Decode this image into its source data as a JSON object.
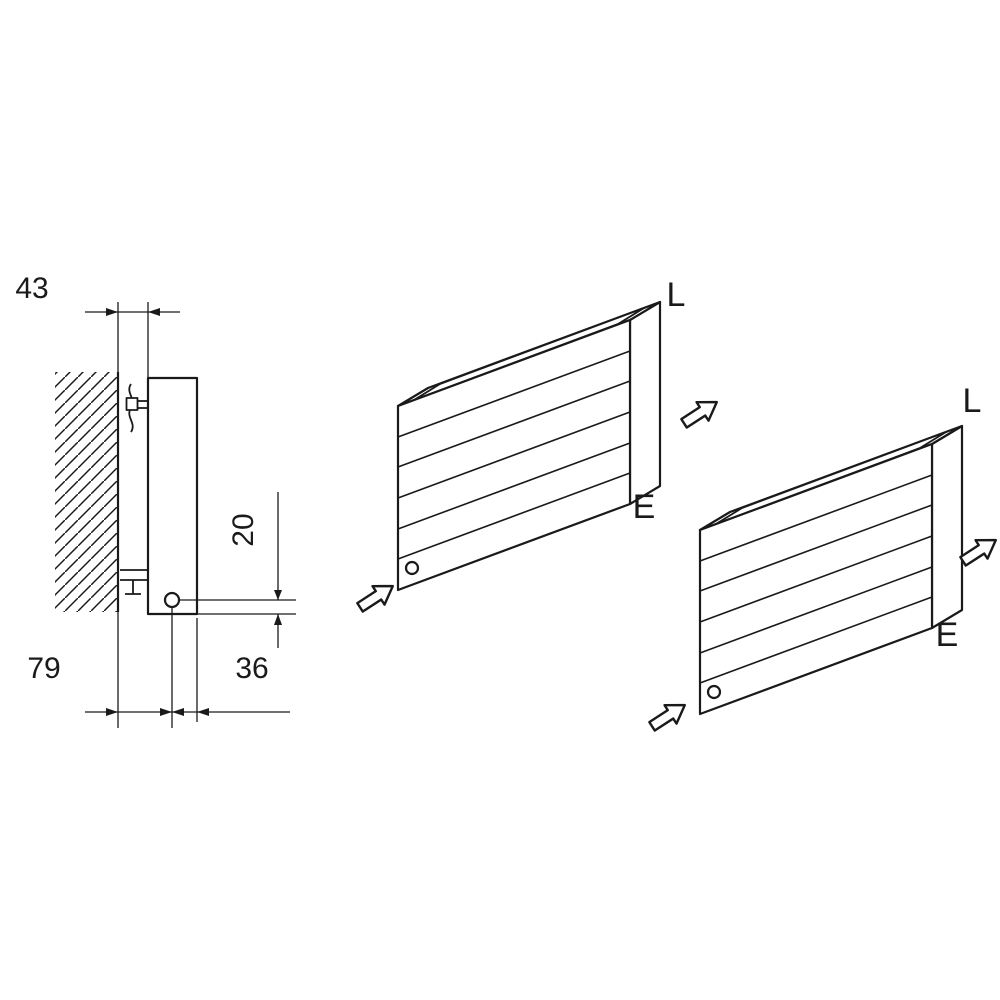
{
  "page": {
    "background": "#ffffff",
    "line_color": "#1a1a1a",
    "description": "Technical installation drawing of a wall-mounted panel radiator: side section with mounting dimensions and two isometric radiator views with airflow arrows"
  },
  "side_view": {
    "dim_wall_gap": "43",
    "dim_pipe_drop": "20",
    "dim_wall_to_pipe": "79",
    "dim_pipe_to_front": "36"
  },
  "iso_open_top": {
    "label_l": "L",
    "label_e": "E"
  },
  "iso_grille_top": {
    "label_l": "L",
    "label_e": "E"
  },
  "icons": {
    "airflow_arrow": "outlined block arrow pointing up-right",
    "wall_hatch": "45-degree section hatching",
    "grille_hatch": "dense rib hatching on top grille"
  }
}
